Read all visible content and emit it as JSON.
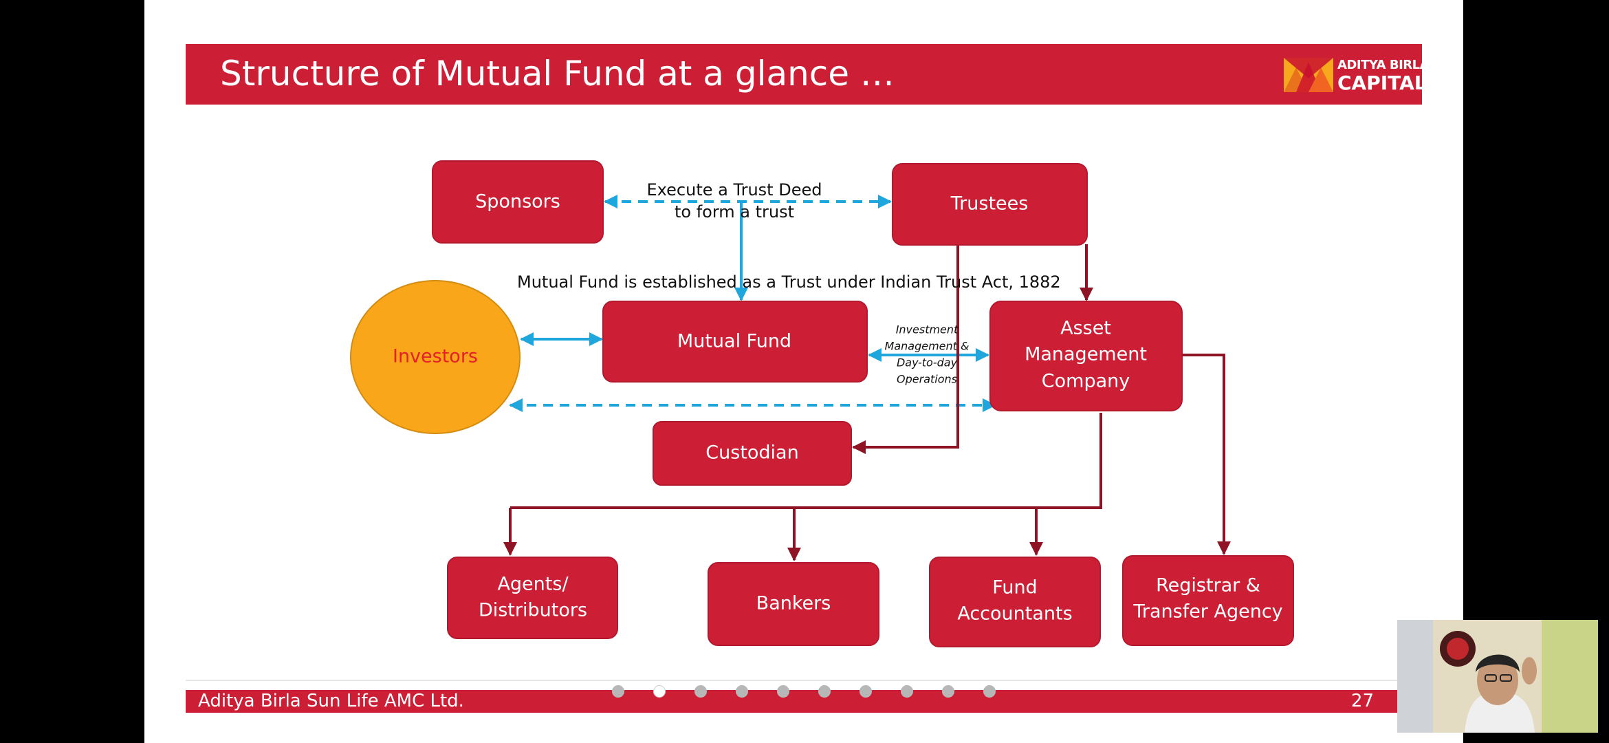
{
  "slide": {
    "title": "Structure of Mutual Fund at a glance …",
    "logo": {
      "line1": "ADITYA BIRLA",
      "line2": "CAPITAL"
    },
    "footer_company": "Aditya Birla Sun Life AMC Ltd.",
    "page_number": "27",
    "dots": {
      "count": 10,
      "active_index": 1
    }
  },
  "colors": {
    "brand_red": "#cc1f36",
    "node_fill": "#cc1f36",
    "investor_fill": "#f9a61b",
    "investor_text": "#e5202a",
    "blue_arrow": "#1fa6dd",
    "dark_red_arrow": "#8e1324"
  },
  "diagram": {
    "nodes": {
      "sponsors": "Sponsors",
      "trustees": "Trustees",
      "mutual_fund": "Mutual Fund",
      "investors": "Investors",
      "amc": [
        "Asset",
        "Management",
        "Company"
      ],
      "custodian": "Custodian",
      "agents": [
        "Agents/",
        "Distributors"
      ],
      "bankers": "Bankers",
      "fund_accountants": [
        "Fund",
        "Accountants"
      ],
      "registrar": [
        "Registrar &",
        "Transfer Agency"
      ]
    },
    "labels": {
      "trust_deed": [
        "Execute a Trust Deed",
        "to form a trust"
      ],
      "trust_act": "Mutual Fund is established as a Trust under Indian Trust Act, 1882",
      "investment_mgmt": [
        "Investment",
        "Management &",
        "Day-to-day",
        "Operations"
      ]
    }
  }
}
